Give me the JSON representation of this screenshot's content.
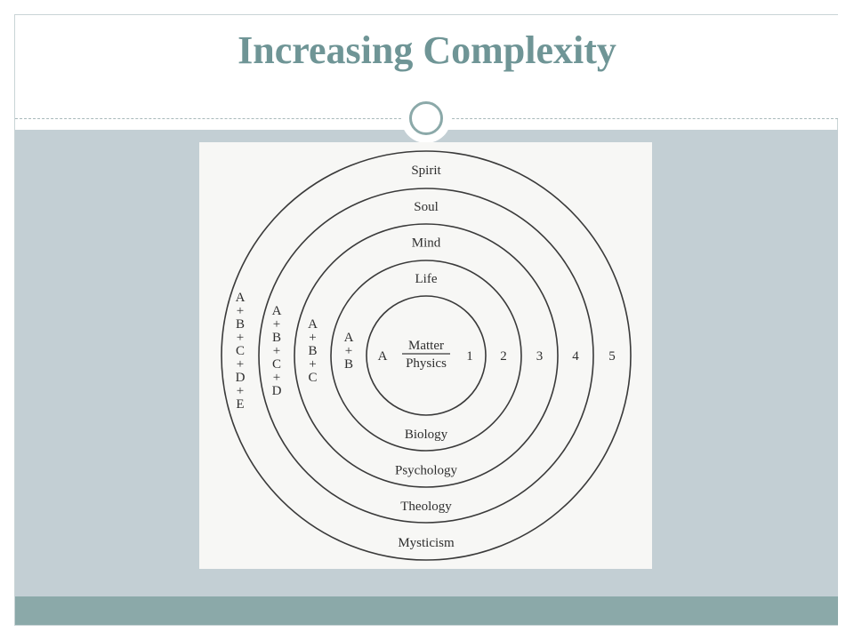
{
  "slide": {
    "title": "Increasing Complexity"
  },
  "diagram": {
    "rings": [
      {
        "level": "Spirit",
        "discipline": "Mysticism",
        "number": "5",
        "composition": [
          "A",
          "+",
          "B",
          "+",
          "C",
          "+",
          "D",
          "+",
          "E"
        ]
      },
      {
        "level": "Soul",
        "discipline": "Theology",
        "number": "4",
        "composition": [
          "A",
          "+",
          "B",
          "+",
          "C",
          "+",
          "D"
        ]
      },
      {
        "level": "Mind",
        "discipline": "Psychology",
        "number": "3",
        "composition": [
          "A",
          "+",
          "B",
          "+",
          "C"
        ]
      },
      {
        "level": "Life",
        "discipline": "Biology",
        "number": "2",
        "composition": [
          "A",
          "+",
          "B"
        ]
      },
      {
        "level": "Matter",
        "discipline": "Physics",
        "number": "1",
        "composition": [
          "A"
        ]
      }
    ]
  },
  "colors": {
    "title": "#6f9596",
    "content_band": "#c3cfd4",
    "footer_band": "#8ba9a9",
    "ring_stroke": "#3a3a3a"
  }
}
